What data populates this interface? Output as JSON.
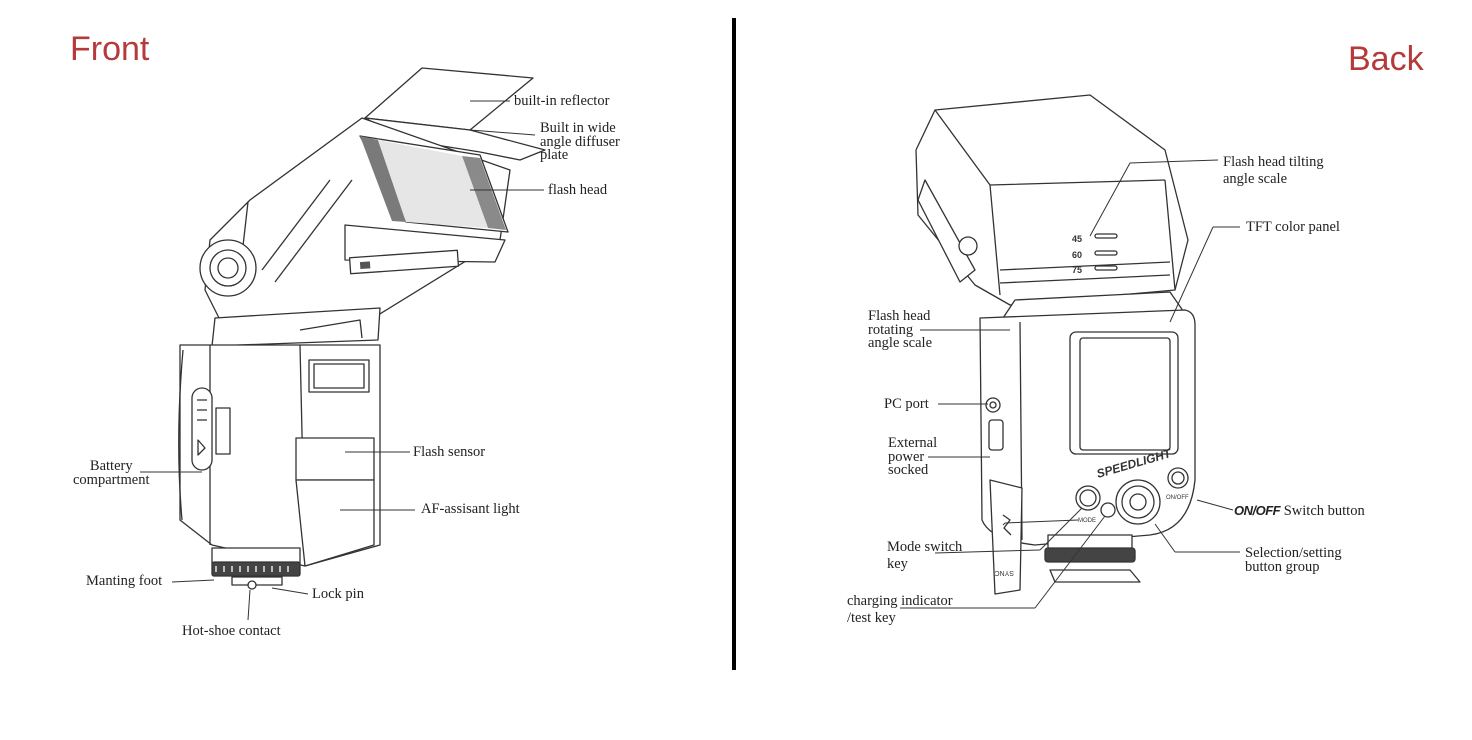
{
  "headings": {
    "front": "Front",
    "back": "Back"
  },
  "colors": {
    "heading": "#b53a3a",
    "line_art": "#333333",
    "divider": "#000000"
  },
  "front_labels": {
    "builtin_reflector": "built-in reflector",
    "wide_angle_diffuser": "Built in wide\nangle diffuser\nplate",
    "flash_head": "flash head",
    "flash_sensor": "Flash sensor",
    "battery_compartment": "Battery\ncompartment",
    "af_assist_light": "AF-assisant light",
    "mounting_foot": "Manting foot",
    "lock_pin": "Lock pin",
    "hot_shoe_contact": "Hot-shoe contact"
  },
  "back_labels": {
    "tilting_scale": "Flash head tilting\nangle scale",
    "tft_panel": "TFT color panel",
    "rotating_scale": "Flash head\nrotating\nangle scale",
    "pc_port": "PC port",
    "external_power": "External\npower\nsocked",
    "onoff_bold": "ON/OFF",
    "onoff_rest": " Switch button",
    "mode_switch_key": "Mode switch\nkey",
    "selection_group": "Selection/setting\nbutton group",
    "charging_indicator": "charging indicator\n/test key"
  },
  "device_markings": {
    "scale_45": "45",
    "scale_60": "60",
    "scale_75": "75",
    "brand": "SPEEDLIGHT",
    "mode_button": "MODE",
    "onoff_button": "ON/OFF",
    "sync_cover": "SYNC"
  }
}
